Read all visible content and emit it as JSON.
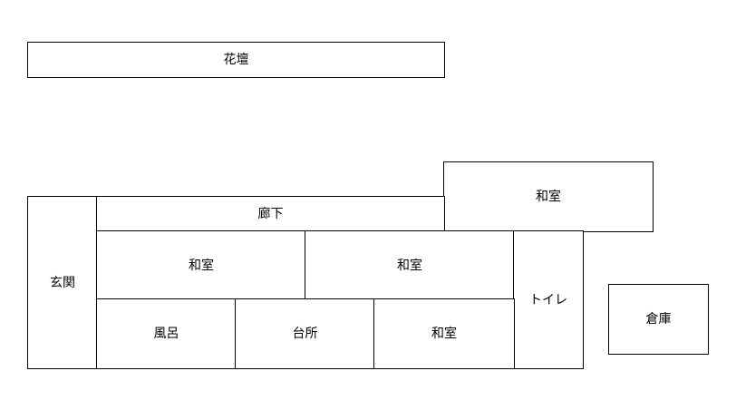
{
  "floor_plan": {
    "garden_bed": "花壇",
    "entrance": "玄関",
    "corridor": "廊下",
    "tatami_upper_right": "和室",
    "tatami_middle_left": "和室",
    "tatami_middle_right": "和室",
    "bath": "風呂",
    "kitchen": "台所",
    "tatami_lower": "和室",
    "toilet": "トイレ",
    "storehouse": "倉庫"
  },
  "colors": {
    "line": "#000000",
    "background": "#ffffff"
  }
}
